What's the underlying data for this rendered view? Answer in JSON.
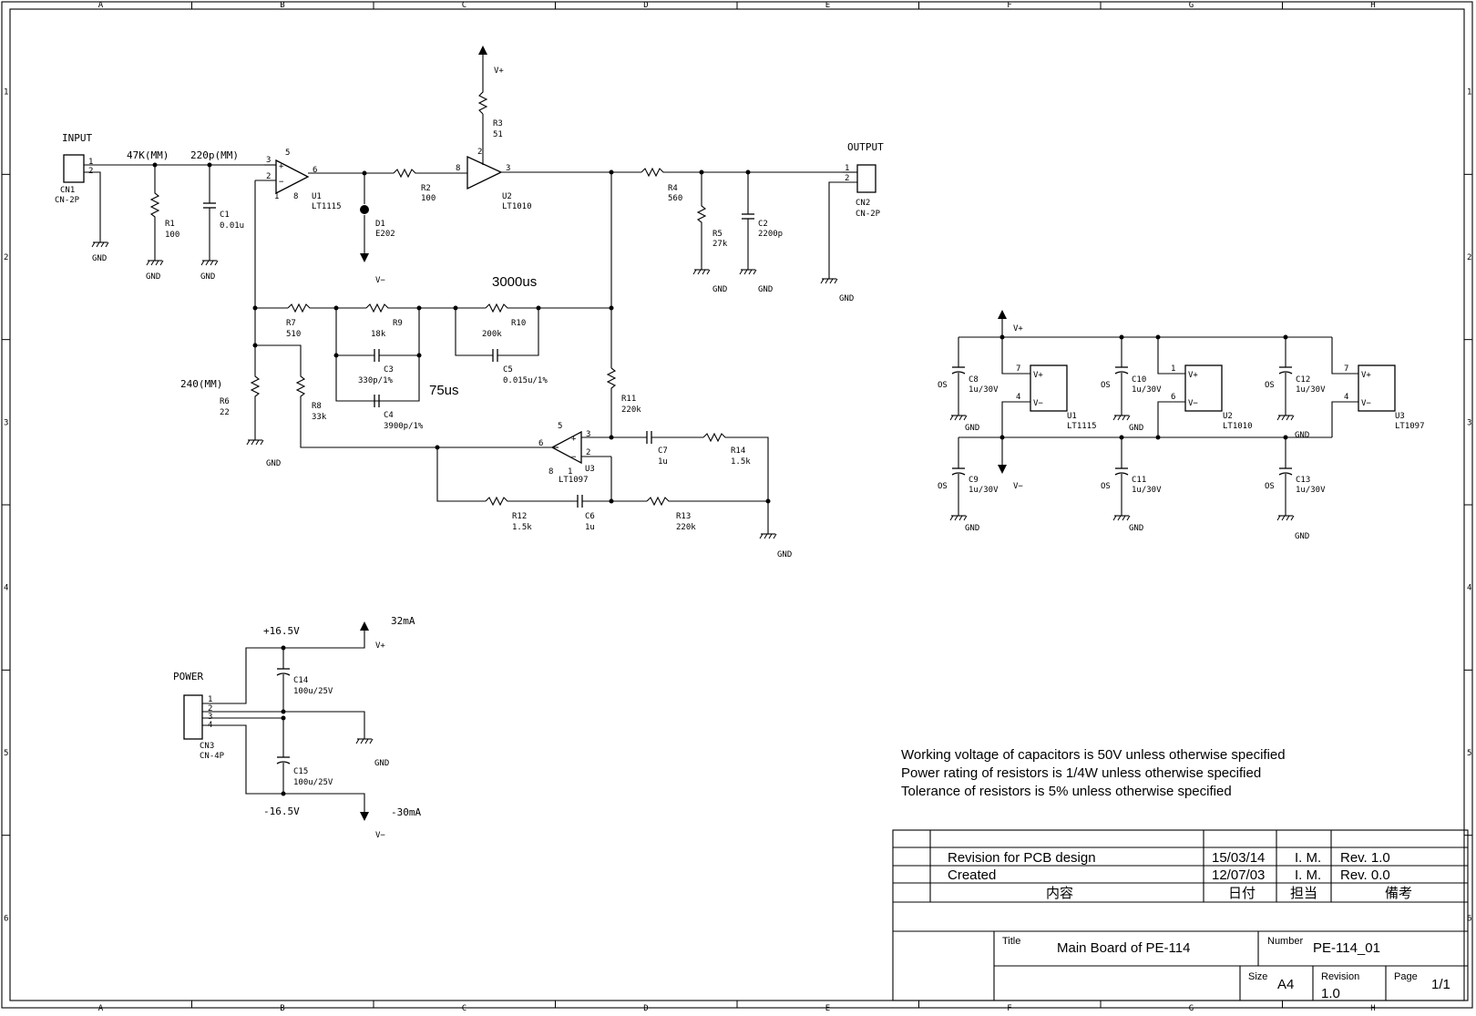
{
  "frame": {
    "cols": [
      "A",
      "B",
      "C",
      "D",
      "E",
      "F",
      "G",
      "H"
    ],
    "rows": [
      "1",
      "2",
      "3",
      "4",
      "5",
      "6"
    ]
  },
  "main_circuit": {
    "input_label": "INPUT",
    "cn1": {
      "ref": "CN1",
      "val": "CN-2P",
      "pin1": "1",
      "pin2": "2"
    },
    "gnd": "GND",
    "r_47k_label": "47K(MM)",
    "c_220p_label": "220p(MM)",
    "r1": {
      "ref": "R1",
      "val": "100"
    },
    "c1": {
      "ref": "C1",
      "val": "0.01u"
    },
    "u1": {
      "ref": "U1",
      "val": "LT1115",
      "p3": "3",
      "p2": "2",
      "p5": "5",
      "p6": "6",
      "p1": "1",
      "p8": "8",
      "plus": "+",
      "minus": "−"
    },
    "r2": {
      "ref": "R2",
      "val": "100"
    },
    "d1": {
      "ref": "D1",
      "val": "E202"
    },
    "vminus": "V−",
    "vplus": "V+",
    "r3": {
      "ref": "R3",
      "val": "51"
    },
    "u2": {
      "ref": "U2",
      "val": "LT1010",
      "p8": "8",
      "p3": "3",
      "p2": "2"
    },
    "r4": {
      "ref": "R4",
      "val": "560"
    },
    "r5": {
      "ref": "R5",
      "val": "27k"
    },
    "c2": {
      "ref": "C2",
      "val": "2200p"
    },
    "output_label": "OUTPUT",
    "cn2": {
      "ref": "CN2",
      "val": "CN-2P",
      "pin1": "1",
      "pin2": "2"
    },
    "t3000": "3000us",
    "t75": "75us",
    "r7": {
      "ref": "R7",
      "val": "510"
    },
    "r9": {
      "ref": "R9",
      "val": "18k"
    },
    "r10": {
      "ref": "R10",
      "val": "200k"
    },
    "c3": {
      "ref": "C3",
      "val": "330p/1%"
    },
    "c4": {
      "ref": "C4",
      "val": "3900p/1%"
    },
    "c5": {
      "ref": "C5",
      "val": "0.015u/1%"
    },
    "r240_label": "240(MM)",
    "r6": {
      "ref": "R6",
      "val": "22"
    },
    "r8": {
      "ref": "R8",
      "val": "33k"
    },
    "r11": {
      "ref": "R11",
      "val": "220k"
    },
    "u3": {
      "ref": "U3",
      "val": "LT1097",
      "p6": "6",
      "p3": "3",
      "p2": "2",
      "p5": "5",
      "p8": "8",
      "p1": "1"
    },
    "c7": {
      "ref": "C7",
      "val": "1u"
    },
    "r14": {
      "ref": "R14",
      "val": "1.5k"
    },
    "r12": {
      "ref": "R12",
      "val": "1.5k"
    },
    "c6": {
      "ref": "C6",
      "val": "1u"
    },
    "r13": {
      "ref": "R13",
      "val": "220k"
    }
  },
  "power_circuit": {
    "power_label": "POWER",
    "cn3": {
      "ref": "CN3",
      "val": "CN-4P",
      "p1": "1",
      "p2": "2",
      "p3": "3",
      "p4": "4"
    },
    "pos_v": "+16.5V",
    "neg_v": "-16.5V",
    "i_pos": "32mA",
    "i_neg": "-30mA",
    "vplus": "V+",
    "vminus": "V−",
    "gnd": "GND",
    "c14": {
      "ref": "C14",
      "val": "100u/25V"
    },
    "c15": {
      "ref": "C15",
      "val": "100u/25V"
    }
  },
  "decoupling": {
    "vplus": "V+",
    "vminus": "V−",
    "gnd": "GND",
    "os": "OS",
    "vp_pin": "V+",
    "vm_pin": "V−",
    "c8": {
      "ref": "C8",
      "val": "1u/30V"
    },
    "c9": {
      "ref": "C9",
      "val": "1u/30V"
    },
    "c10": {
      "ref": "C10",
      "val": "1u/30V"
    },
    "c11": {
      "ref": "C11",
      "val": "1u/30V"
    },
    "c12": {
      "ref": "C12",
      "val": "1u/30V"
    },
    "c13": {
      "ref": "C13",
      "val": "1u/30V"
    },
    "u1": {
      "ref": "U1",
      "val": "LT1115",
      "p7": "7",
      "p4": "4"
    },
    "u2": {
      "ref": "U2",
      "val": "LT1010",
      "p1": "1",
      "p6": "6"
    },
    "u3": {
      "ref": "U3",
      "val": "LT1097",
      "p7": "7",
      "p4": "4"
    }
  },
  "notes": [
    "Working voltage of capacitors is 50V unless otherwise specified",
    "Power rating of resistors is 1/4W unless otherwise specified",
    "Tolerance of resistors is 5% unless otherwise specified"
  ],
  "title_block": {
    "revisions": [
      {
        "desc": "Revision for PCB design",
        "date": "15/03/14",
        "by": "I. M.",
        "rev": "Rev. 1.0"
      },
      {
        "desc": "Created",
        "date": "12/07/03",
        "by": "I. M.",
        "rev": "Rev. 0.0"
      }
    ],
    "headers": {
      "desc": "内容",
      "date": "日付",
      "by": "担当",
      "rev": "備考"
    },
    "title_label": "Title",
    "title": "Main Board of PE-114",
    "number_label": "Number",
    "number": "PE-114_01",
    "size_label": "Size",
    "size": "A4",
    "revision_label": "Revision",
    "revision": "1.0",
    "page_label": "Page",
    "page": "1/1"
  }
}
